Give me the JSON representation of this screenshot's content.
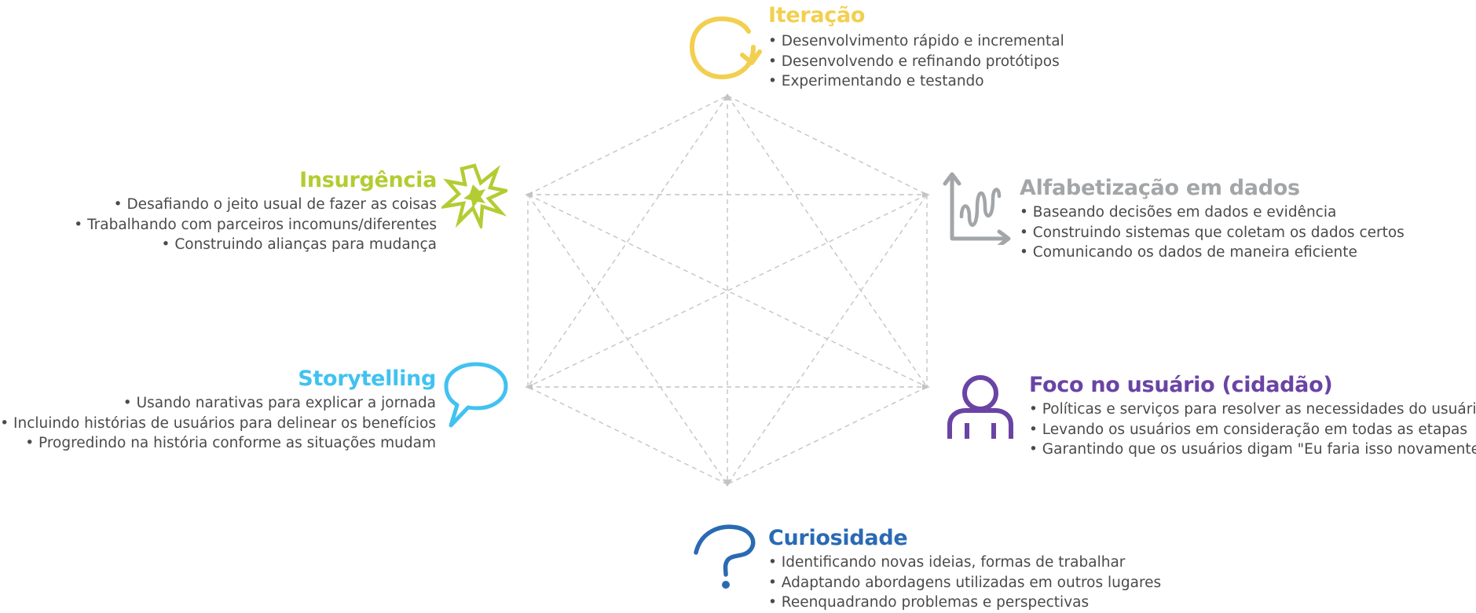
{
  "colors": {
    "iteracao": "#f2cf4f",
    "insurgencia": "#b3cc32",
    "alfabetizacao": "#a3a6a8",
    "storytelling": "#41c2f0",
    "foco": "#6a44a4",
    "curiosidade": "#2a6ab3",
    "text": "#4a4a4a",
    "lines": "#c4c4c4"
  },
  "sections": {
    "iteracao": {
      "icon": "circular-arrow-icon",
      "title": "Iteração",
      "items": [
        "Desenvolvimento rápido e incremental",
        "Desenvolvendo e refinando protótipos",
        "Experimentando e testando"
      ]
    },
    "insurgencia": {
      "icon": "burst-icon",
      "title": "Insurgência",
      "items": [
        "Desafiando o jeito usual de fazer as coisas",
        "Trabalhando com parceiros incomuns/diferentes",
        "Construindo alianças para mudança"
      ]
    },
    "alfabetizacao": {
      "icon": "line-chart-icon",
      "title": "Alfabetização em dados",
      "items": [
        "Baseando decisões em dados e evidência",
        "Construindo sistemas que coletam os dados certos",
        "Comunicando os dados de maneira eficiente"
      ]
    },
    "storytelling": {
      "icon": "speech-bubble-icon",
      "title": "Storytelling",
      "items": [
        "Usando narativas para explicar a jornada",
        "Incluindo histórias de usuários para delinear os benefícios",
        "Progredindo na história conforme as situações mudam"
      ]
    },
    "foco": {
      "icon": "user-icon",
      "title": "Foco no usuário (cidadão)",
      "items": [
        "Políticas e serviços para resolver as necessidades do usuário",
        "Levando os usuários em consideração em todas as etapas",
        "Garantindo que os usuários digam \"Eu faria isso novamente\""
      ]
    },
    "curiosidade": {
      "icon": "question-mark-icon",
      "title": "Curiosidade",
      "items": [
        "Identificando novas ideias, formas de trabalhar",
        "Adaptando abordagens utilizadas em outros lugares",
        "Reenquadrando problemas e perspectivas"
      ]
    }
  }
}
